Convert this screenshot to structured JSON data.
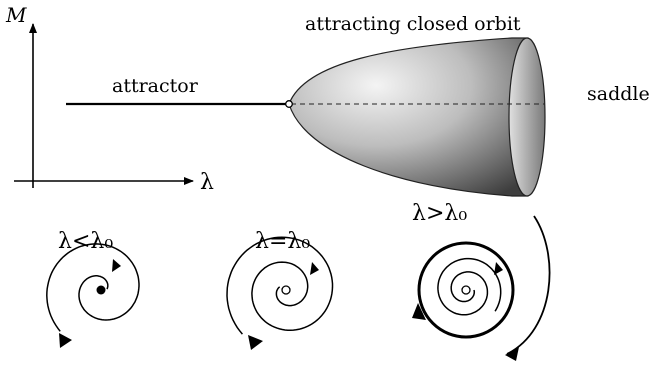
{
  "labels": {
    "axis_y": "M",
    "axis_x": "λ",
    "attractor": "attractor",
    "closed_orbit": "attracting closed orbit",
    "saddle": "saddle"
  },
  "panels": [
    {
      "label": "λ<λ₀"
    },
    {
      "label": "λ=λ₀"
    },
    {
      "label": "λ>λ₀"
    }
  ],
  "colors": {
    "ink": "#000000",
    "cone_light": "#f2f2f2",
    "cone_dark": "#3a3a3a"
  }
}
